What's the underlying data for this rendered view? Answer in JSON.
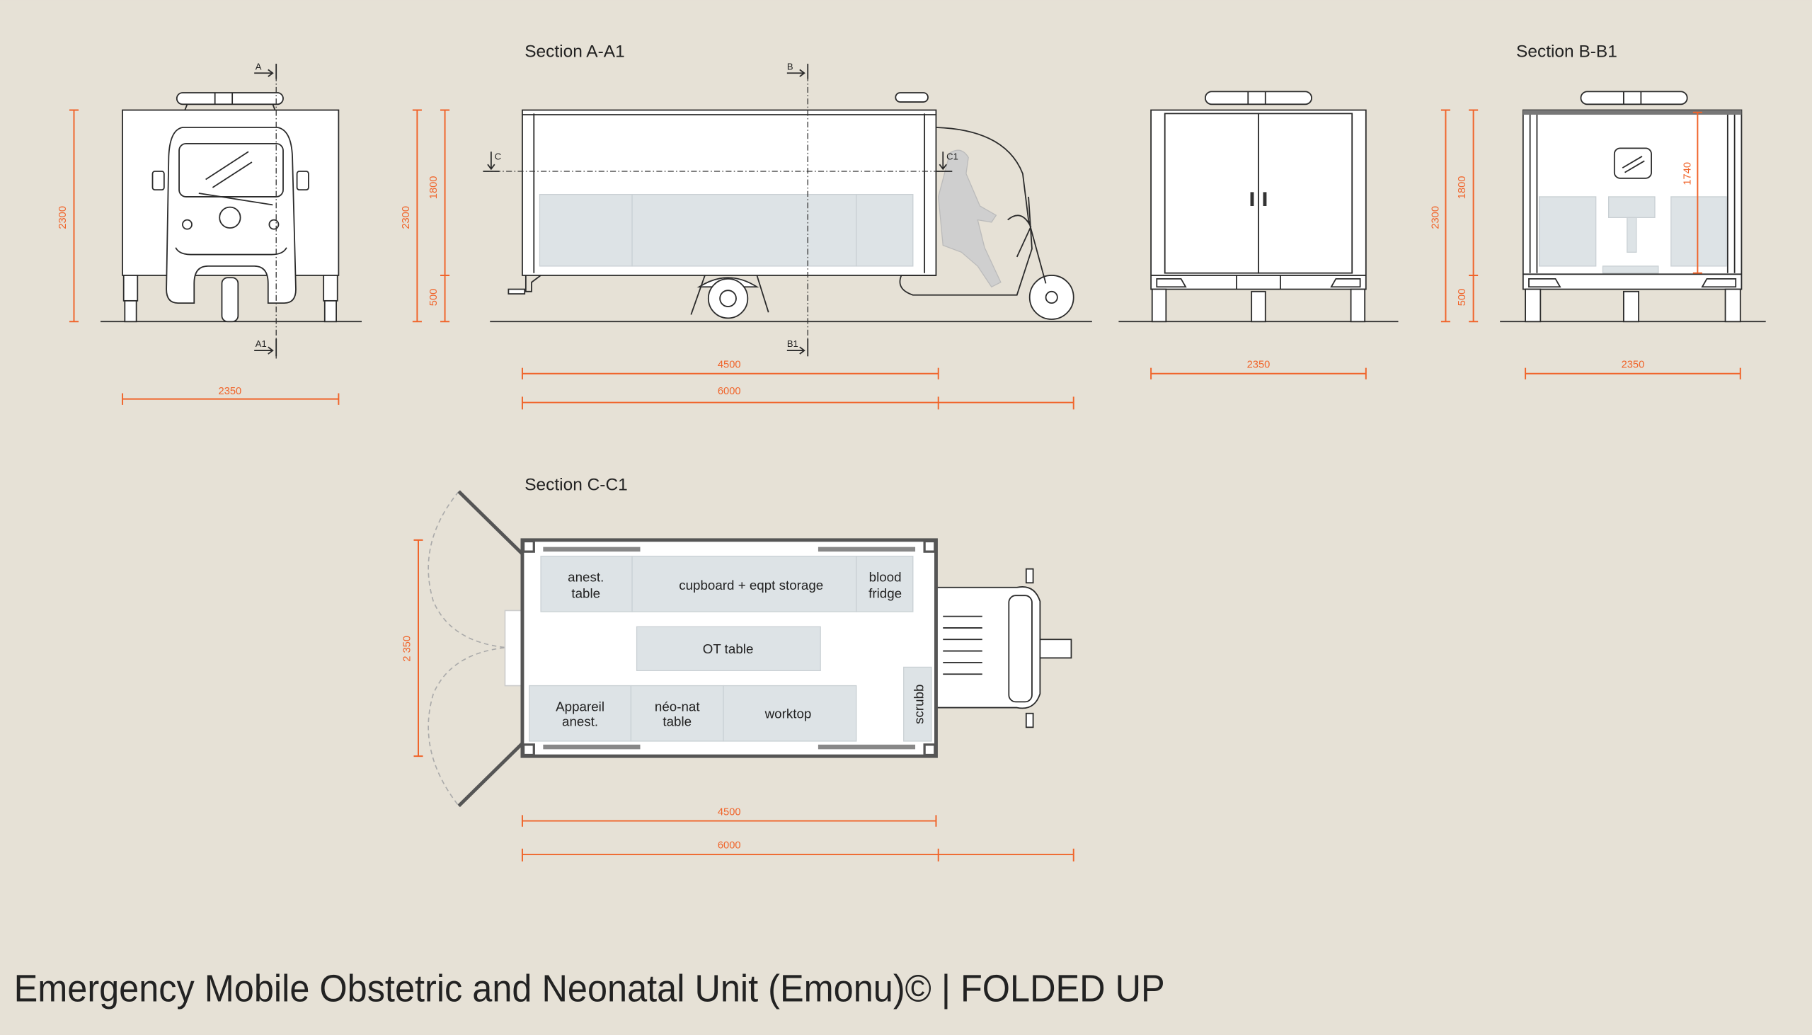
{
  "title": "Emergency Mobile Obstetric and Neonatal Unit (Emonu)© | FOLDED UP",
  "colors": {
    "background": "#e6e1d6",
    "dimension": "#f0642a",
    "furniture": "#dde3e6"
  },
  "front_view": {
    "section_mark_top": "A",
    "section_mark_bottom": "A1",
    "height_dim": "2300",
    "width_dim": "2350"
  },
  "section_a": {
    "title": "Section A-A1",
    "mark_b_top": "B",
    "mark_b_bottom": "B1",
    "mark_c": "C",
    "mark_c1": "C1",
    "height_total": "2300",
    "height_body": "1800",
    "height_base": "500",
    "length_body": "4500",
    "length_total": "6000"
  },
  "rear_view": {
    "width_dim": "2350"
  },
  "section_b": {
    "title": "Section B-B1",
    "height_total": "2300",
    "height_body": "1800",
    "height_base": "500",
    "interior_height": "1740",
    "width_dim": "2350"
  },
  "section_c": {
    "title": "Section C-C1",
    "furniture": {
      "anest_table": [
        "anest.",
        "table"
      ],
      "cupboard": "cupboard + eqpt storage",
      "blood_fridge": [
        "blood",
        "fridge"
      ],
      "ot_table": "OT table",
      "appareil": [
        "Appareil",
        "anest."
      ],
      "neonat": [
        "néo-nat",
        "table"
      ],
      "worktop": "worktop",
      "scrubb": "scrubb"
    },
    "width_dim": "2 350",
    "length_body": "4500",
    "length_total": "6000"
  }
}
